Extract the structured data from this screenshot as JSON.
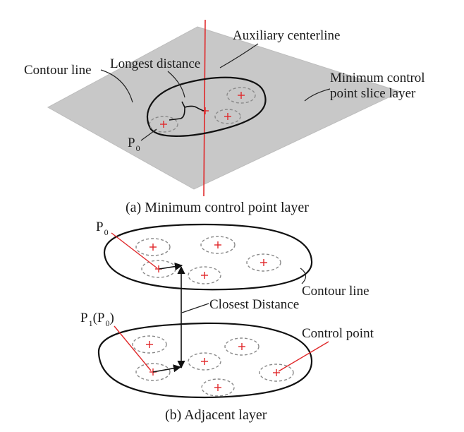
{
  "panel_a": {
    "caption": "(a) Minimum control point layer",
    "labels": {
      "contour_line": "Contour line",
      "longest_distance": "Longest distance",
      "auxiliary_centerline": "Auxiliary centerline",
      "minimum_control_line1": "Minimum control",
      "minimum_control_line2": "point slice layer",
      "p0_main": "P",
      "p0_sub": "0"
    },
    "colors": {
      "plane": "#c8c8c8",
      "centerline": "#e0282a",
      "control_point": "#e0282a"
    }
  },
  "panel_b": {
    "caption": "(b) Adjacent layer",
    "labels": {
      "p0_main": "P",
      "p0_sub": "0",
      "p1_main": "P",
      "p1_sub": "1",
      "p1_paren_open": "(P",
      "p1_paren_sub": "0",
      "p1_paren_close": ")",
      "contour_line": "Contour line",
      "closest_distance": "Closest Distance",
      "control_point": "Control point"
    }
  }
}
